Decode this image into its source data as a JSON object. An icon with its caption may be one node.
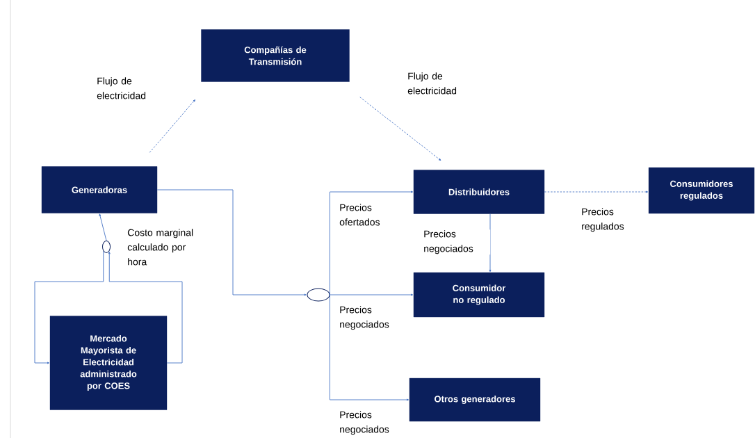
{
  "diagram": {
    "nodes": [
      {
        "text": [
          "Compañías de Transmisión"
        ]
      },
      {
        "text": [
          "Generadoras"
        ]
      },
      {
        "text": [
          "Distribuidores"
        ]
      },
      {
        "text": [
          "Consumidores regulados"
        ]
      },
      {
        "text": [],
        "shape": "ellipse"
      },
      {
        "text": [
          "Mercado Mayorista de Electricidad administrado por COES"
        ]
      },
      {
        "text": [],
        "shape": "ellipse"
      },
      {
        "text": [
          "Consumidor no regulado"
        ]
      },
      {
        "text": [
          "Otros generadores"
        ]
      }
    ],
    "edges": [
      {
        "from": 1,
        "to": 0,
        "arrow": "to",
        "style": "dashed",
        "label": "Flujo de electricidad"
      },
      {
        "from": 0,
        "to": 2,
        "arrow": "to",
        "style": "dashed",
        "label": "Flujo de electricidad"
      },
      {
        "from": 2,
        "to": 3,
        "arrow": "to",
        "style": "dashed",
        "label": "Precios regulados"
      },
      {
        "from": 2,
        "to": 7,
        "arrow": "to",
        "label": "Precios negociados"
      },
      {
        "from": 1,
        "to": 6,
        "arrow": "to"
      },
      {
        "from": 6,
        "to": 2,
        "arrow": "to",
        "label": "Precios ofertados"
      },
      {
        "from": 6,
        "to": 7,
        "arrow": "to",
        "label": "Precios negociados"
      },
      {
        "from": 6,
        "to": 8,
        "arrow": "to",
        "label": "Precios negociados"
      },
      {
        "from": 5,
        "to": 4,
        "arrow": "to"
      },
      {
        "from": 4,
        "to": 1,
        "arrow": "to",
        "label": "Costo marginal calculado por hora"
      },
      {
        "from": 4,
        "to": 5,
        "arrow": "to"
      }
    ]
  }
}
